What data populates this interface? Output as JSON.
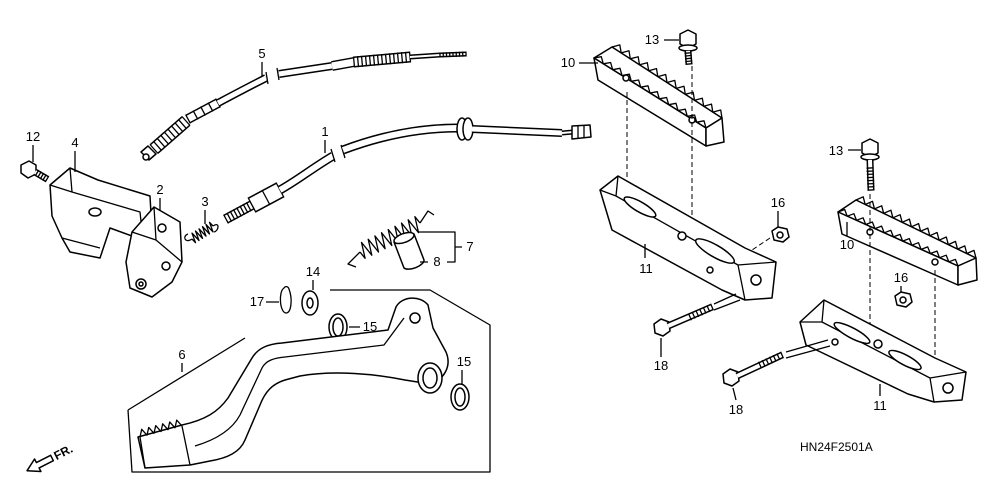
{
  "diagram": {
    "drawing_code": "HN24F2501A",
    "front_marker": "FR.",
    "callouts": {
      "cable_upper": "5",
      "cable_lower": "1",
      "bolt_bracket": "12",
      "bracket_large": "4",
      "bracket_small": "2",
      "spring_small": "3",
      "spring_set": "7",
      "collar": "8",
      "washer": "14",
      "cotter_pin": "17",
      "seal_upper": "15",
      "pedal": "6",
      "seal_lower": "15",
      "step_upper": "10",
      "bolt_step_upper": "13",
      "holder_upper": "11",
      "nut_upper": "16",
      "bolt_holder_upper": "18",
      "bolt_step_lower": "13",
      "step_lower": "10",
      "nut_lower": "16",
      "bolt_holder_lower": "18",
      "holder_lower": "11"
    }
  }
}
